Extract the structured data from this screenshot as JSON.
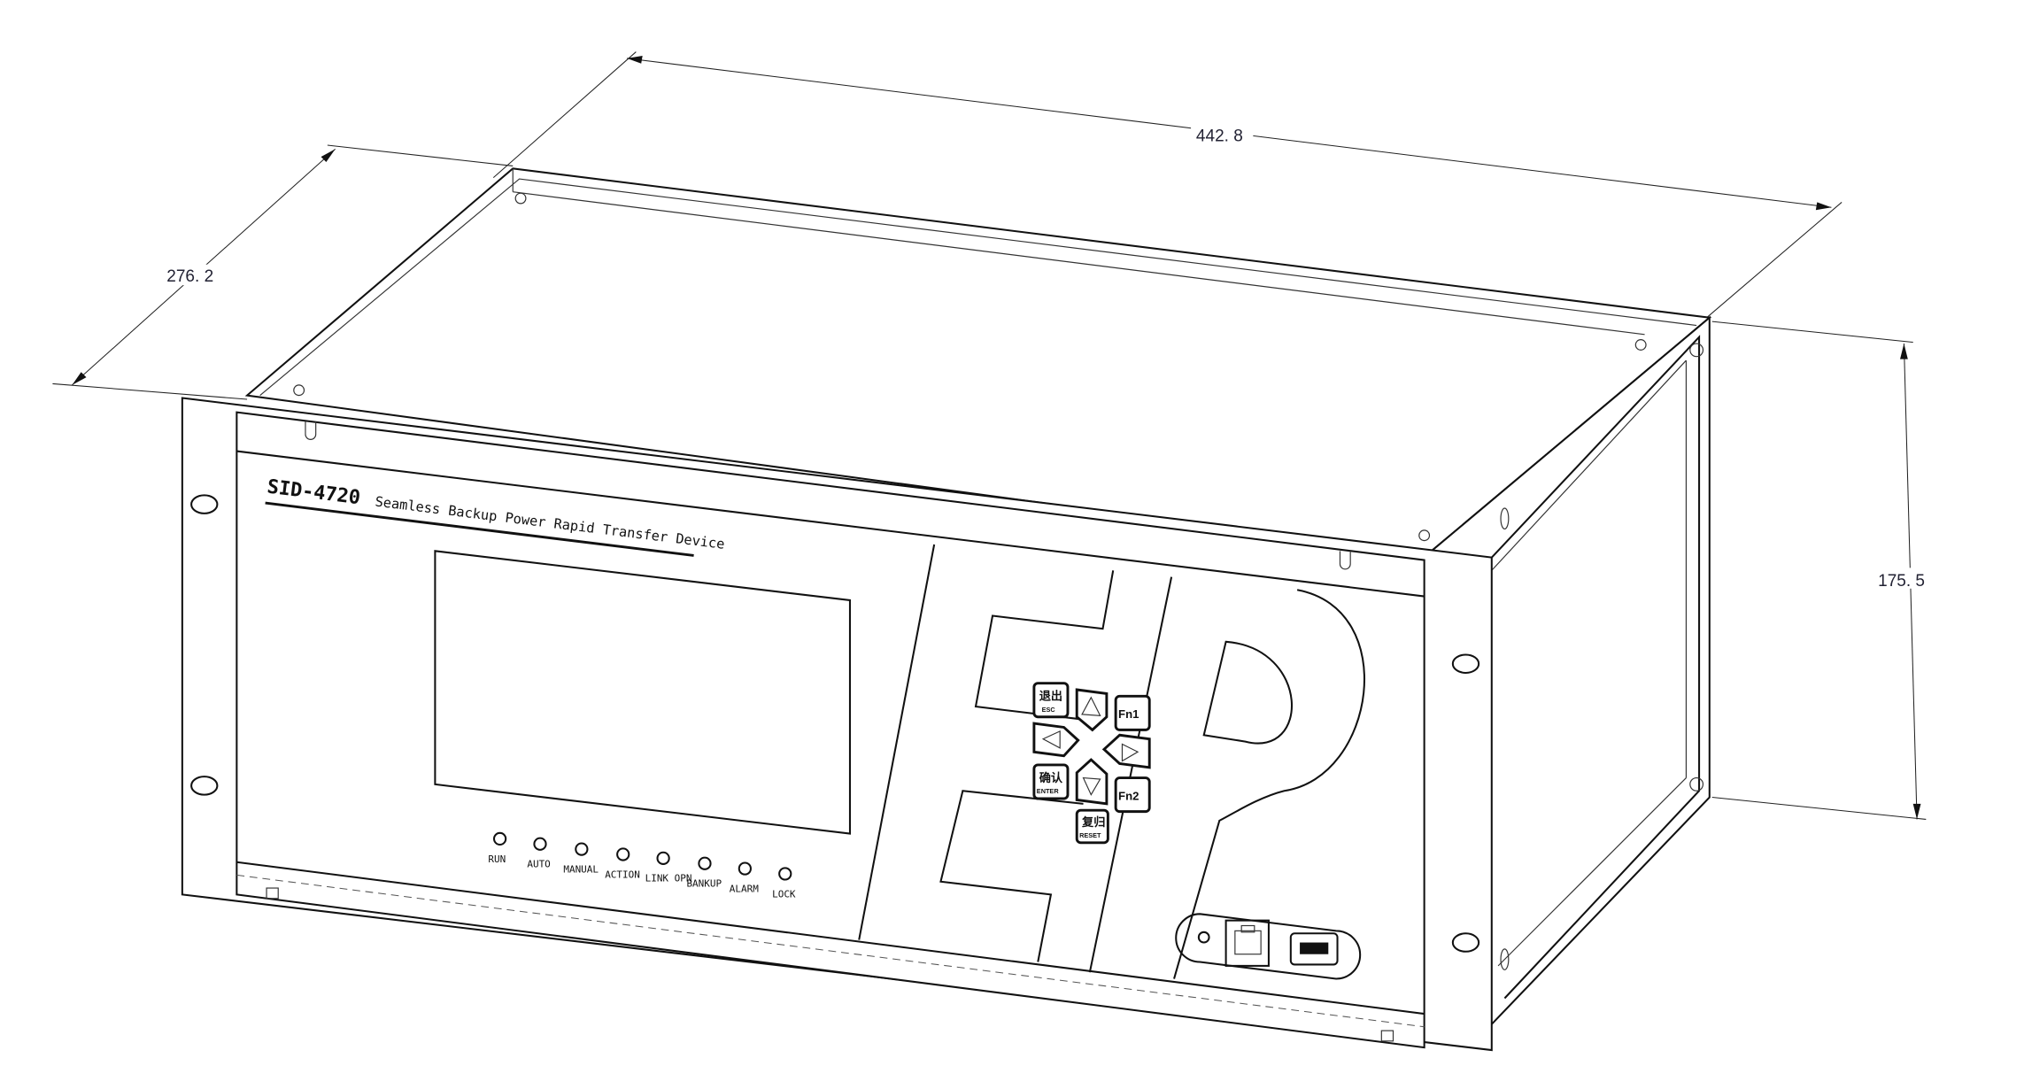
{
  "dimensions": {
    "width": "442. 8",
    "depth": "276. 2",
    "height": "175. 5"
  },
  "device": {
    "model": "SID-4720",
    "description": "Seamless Backup Power Rapid Transfer Device",
    "logo_text": "EP"
  },
  "leds": [
    {
      "label": "RUN"
    },
    {
      "label": "AUTO"
    },
    {
      "label": "MANUAL"
    },
    {
      "label": "ACTION"
    },
    {
      "label": "LINK OPN"
    },
    {
      "label": "BANKUP"
    },
    {
      "label": "ALARM"
    },
    {
      "label": "LOCK"
    }
  ],
  "keypad": {
    "esc_cn": "退出",
    "esc": "ESC",
    "enter_cn": "确认",
    "enter": "ENTER",
    "reset_cn": "复归",
    "reset": "RESET",
    "fn1": "Fn1",
    "fn2": "Fn2",
    "icons": [
      "arrow-up-icon",
      "arrow-down-icon",
      "arrow-left-icon",
      "arrow-right-icon"
    ]
  },
  "colors": {
    "line": "#111111",
    "link_label": "#2a2a9a"
  }
}
